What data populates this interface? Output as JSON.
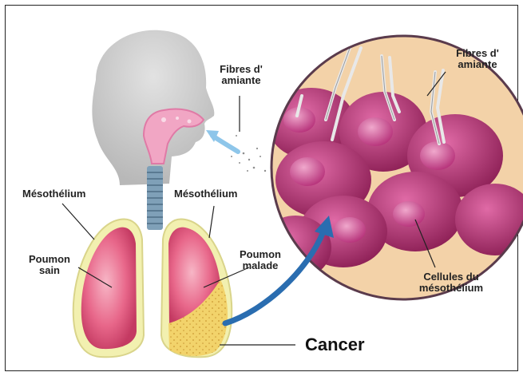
{
  "labels": {
    "fibres_outer": [
      "Fibres d'",
      "amiante"
    ],
    "fibres_inner": [
      "Fibres d'",
      "amiante"
    ],
    "mesothelium_left": "Mésothélium",
    "mesothelium_right": "Mésothélium",
    "poumon_sain": [
      "Poumon",
      "sain"
    ],
    "poumon_malade": [
      "Poumon",
      "malade"
    ],
    "cellules": [
      "Cellules du",
      "mésothélium"
    ],
    "cancer": "Cancer"
  },
  "colors": {
    "head": "#c9c9c9",
    "lung_fill": "#e8567a",
    "lung_border": "#f2f0b0",
    "tumor": "#f2d36b",
    "cell": "#b8306f",
    "nucleus": "#d8418a",
    "arrow": "#2a6db0",
    "background_circle": "#f3d2a8"
  }
}
